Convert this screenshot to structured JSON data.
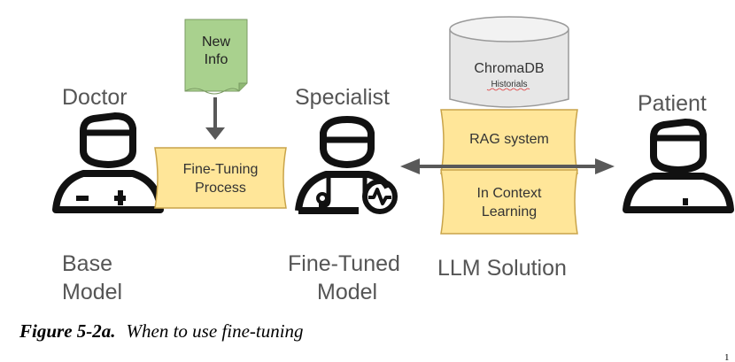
{
  "figure": {
    "caption_label": "Figure 5-2a.",
    "caption_text": "When to use fine-tuning",
    "stray_mark": "1"
  },
  "doctor": {
    "title": "Doctor",
    "bottom_line1": "Base",
    "bottom_line2": "Model",
    "icon": "doctor-icon"
  },
  "specialist": {
    "title": "Specialist",
    "bottom_line1": "Fine-Tuned",
    "bottom_line2": "Model",
    "icon": "specialist-icon"
  },
  "patient": {
    "title": "Patient",
    "icon": "patient-icon"
  },
  "new_info": {
    "line1": "New",
    "line2": "Info",
    "color": "#a9d18e"
  },
  "fine_tuning": {
    "line1": "Fine-Tuning",
    "line2": "Process",
    "color": "#ffe699"
  },
  "chromadb": {
    "title": "ChromaDB",
    "subtitle": "Historials",
    "color": "#e7e7e7"
  },
  "llm_solution": {
    "rag_label": "RAG system",
    "icl_line1": "In Context",
    "icl_line2": "Learning",
    "label": "LLM Solution",
    "color": "#ffe699"
  },
  "colors": {
    "arrow": "#595959",
    "box_stroke": "#c9a44a",
    "icon": "#111111"
  }
}
